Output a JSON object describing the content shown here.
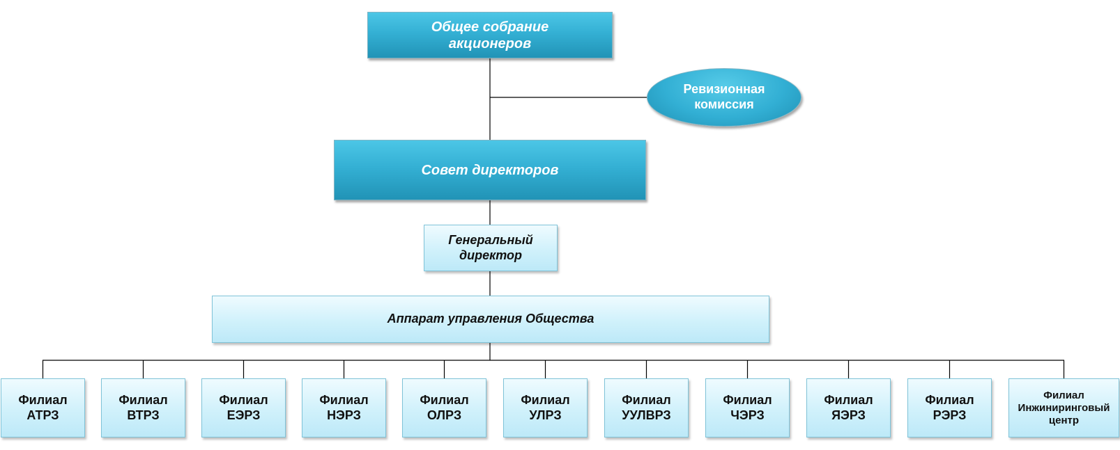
{
  "shareholders": "Общее собрание\nакционеров",
  "audit": "Ревизионная\nкомиссия",
  "board": "Совет директоров",
  "ceo": "Генеральный\nдиректор",
  "management": "Аппарат управления Общества",
  "branches": [
    "Филиал\nАТРЗ",
    "Филиал\nВТРЗ",
    "Филиал\nЕЭРЗ",
    "Филиал\nНЭРЗ",
    "Филиал\nОЛРЗ",
    "Филиал\nУЛРЗ",
    "Филиал\nУУЛВРЗ",
    "Филиал\nЧЭРЗ",
    "Филиал\nЯЭРЗ",
    "Филиал\nРЭРЗ",
    "Филиал\nИнжиниринговый\nцентр"
  ]
}
